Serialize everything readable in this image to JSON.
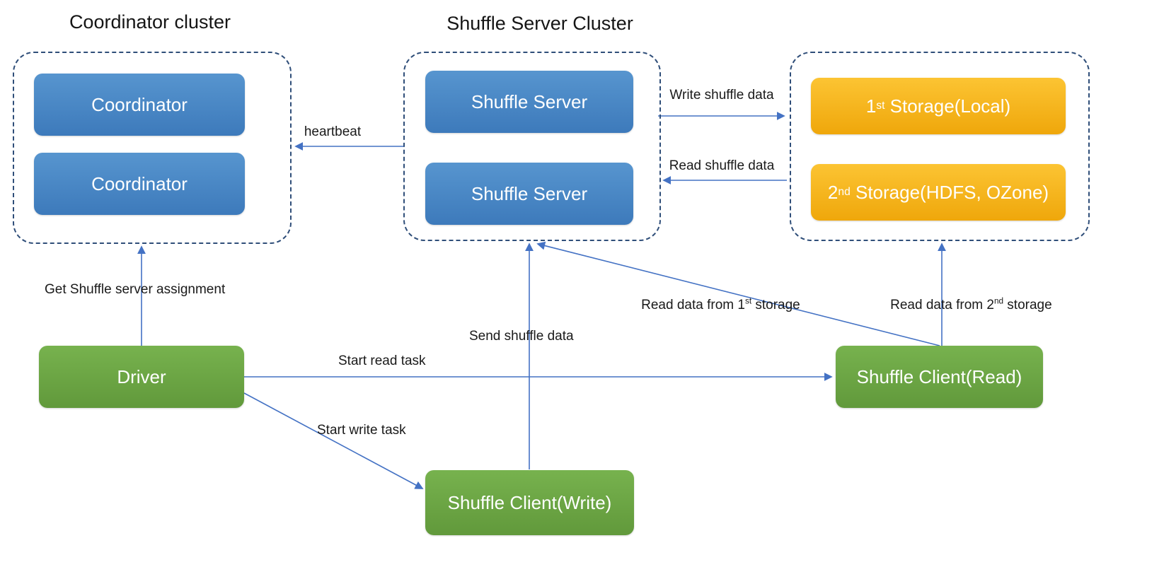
{
  "diagram": {
    "clusters": {
      "coordinator": {
        "title": "Coordinator cluster",
        "nodes": [
          "Coordinator",
          "Coordinator"
        ]
      },
      "shuffle_server": {
        "title": "Shuffle Server Cluster",
        "nodes": [
          "Shuffle Server",
          "Shuffle Server"
        ]
      },
      "storage": {
        "nodes": [
          {
            "num": "1",
            "sup": "st",
            "rest": " Storage(Local)"
          },
          {
            "num": "2",
            "sup": "nd",
            "rest": " Storage(HDFS, OZone)"
          }
        ]
      }
    },
    "nodes": {
      "driver": "Driver",
      "shuffle_client_read": "Shuffle Client(Read)",
      "shuffle_client_write": "Shuffle Client(Write)"
    },
    "edges": {
      "heartbeat": "heartbeat",
      "write_shuffle_data": "Write shuffle data",
      "read_shuffle_data": "Read shuffle data",
      "get_assignment": "Get Shuffle server assignment",
      "start_read_task": "Start read task",
      "start_write_task": "Start write task",
      "send_shuffle_data": "Send shuffle data",
      "read_1st": {
        "pre": "Read data from 1",
        "sup": "st",
        "post": " storage"
      },
      "read_2nd": {
        "pre": "Read data from 2",
        "sup": "nd",
        "post": " storage"
      }
    },
    "colors": {
      "blue_box": "#4487C5",
      "green_box": "#69A244",
      "orange_box": "#F5B316",
      "cluster_border": "#2F4E79",
      "arrow": "#4472C4",
      "text_on_box": "#FFFFFF",
      "label_text": "#1A1A1A"
    }
  }
}
